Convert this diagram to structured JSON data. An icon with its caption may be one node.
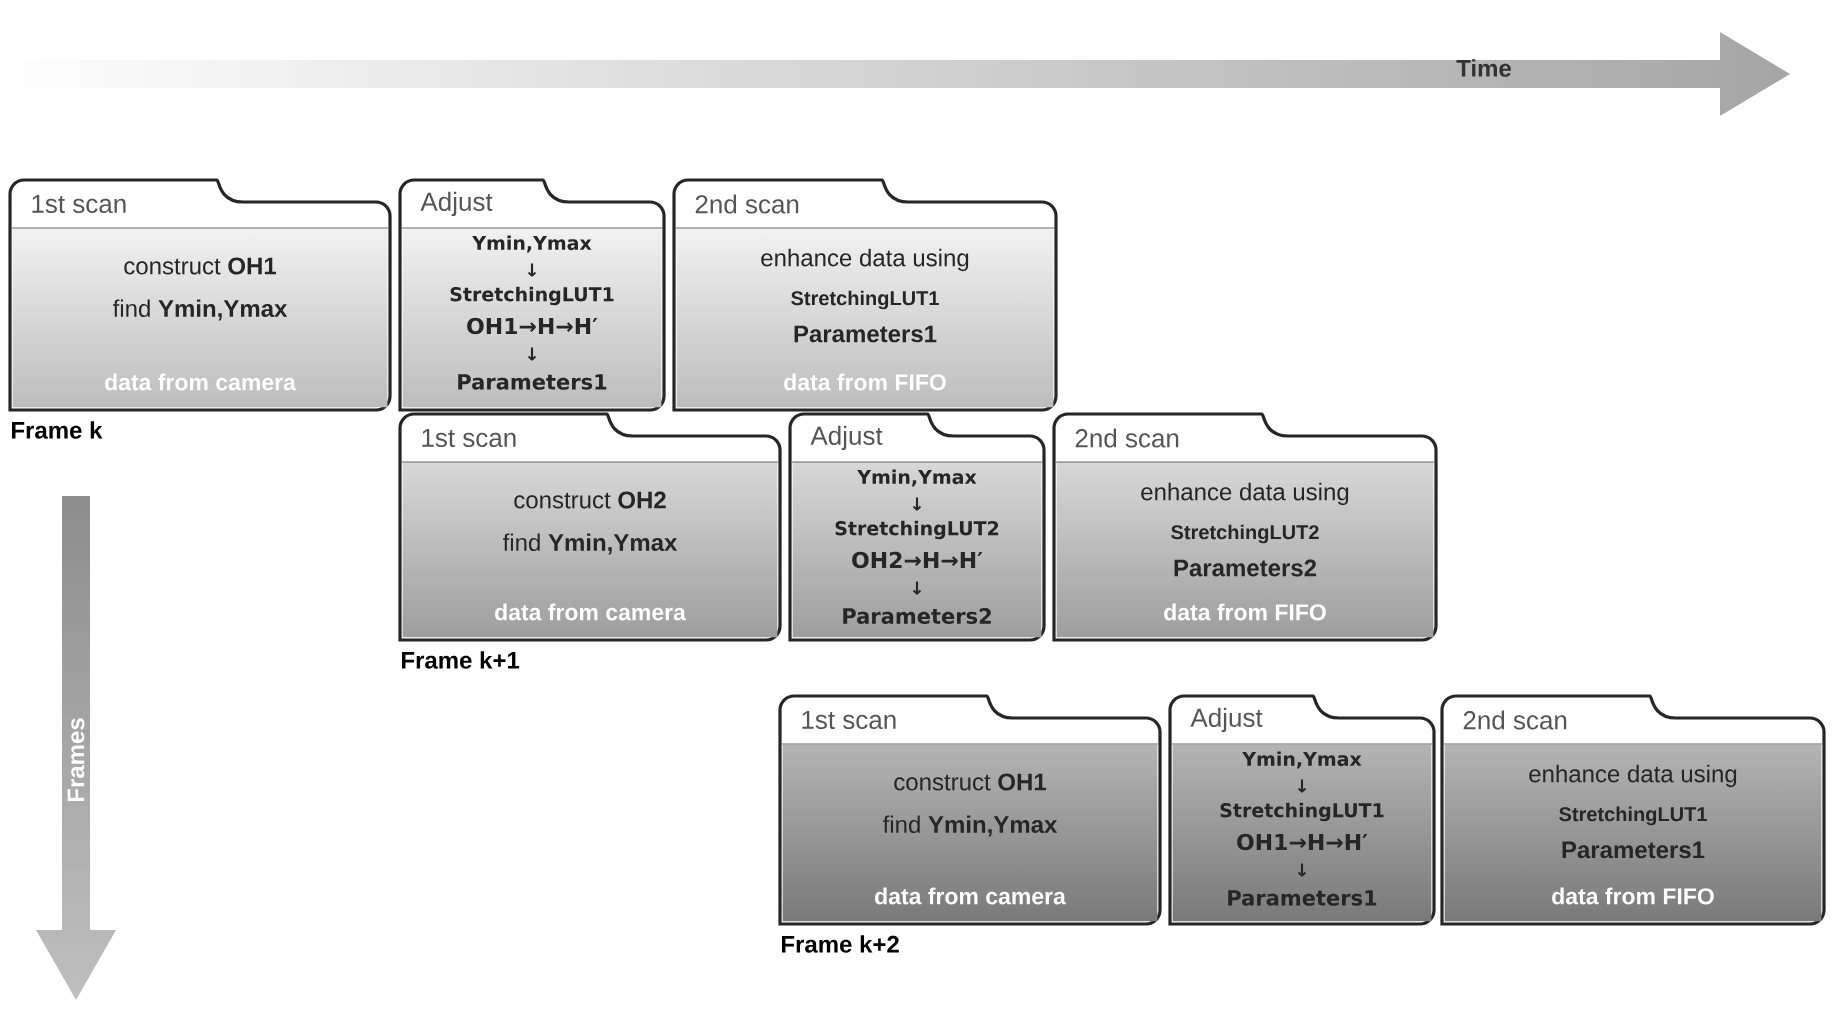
{
  "diagram": {
    "nodes": [
      {
        "text": [
          "1st scan",
          "construct **OH1**",
          "find **Ymin,Ymax**",
          "data from camera"
        ],
        "beside": [
          "Frame k"
        ]
      },
      {
        "text": [
          "Adjust",
          "Ymin,Ymax",
          "↓",
          "StretchingLUT1",
          "OH1→H→H′",
          "↓",
          "Parameters1"
        ]
      },
      {
        "text": [
          "2nd scan",
          "enhance data using",
          "StretchingLUT1",
          "Parameters1",
          "data from FIFO"
        ]
      },
      {
        "text": [
          "1st scan",
          "construct **OH2**",
          "find **Ymin,Ymax**",
          "data from camera"
        ],
        "beside": [
          "Frame k+1"
        ]
      },
      {
        "text": [
          "Adjust",
          "Ymin,Ymax",
          "↓",
          "StretchingLUT2",
          "OH2→H→H′",
          "↓",
          "Parameters2"
        ]
      },
      {
        "text": [
          "2nd scan",
          "enhance data using",
          "StretchingLUT2",
          "Parameters2",
          "data from FIFO"
        ]
      },
      {
        "text": [
          "1st scan",
          "construct **OH1**",
          "find **Ymin,Ymax**",
          "data from camera"
        ],
        "beside": [
          "Frame k+2"
        ]
      },
      {
        "text": [
          "Adjust",
          "Ymin,Ymax",
          "↓",
          "StretchingLUT1",
          "OH1→H→H′",
          "↓",
          "Parameters1"
        ]
      },
      {
        "text": [
          "2nd scan",
          "enhance data using",
          "StretchingLUT1",
          "Parameters1",
          "data from FIFO"
        ]
      }
    ],
    "edges": [],
    "labels": [
      "Time",
      "Frames"
    ]
  }
}
